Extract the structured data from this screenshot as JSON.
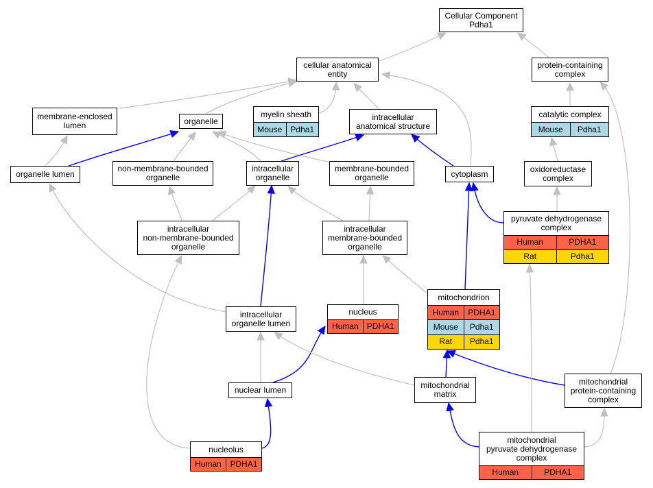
{
  "colors": {
    "human": "#ff6347",
    "mouse": "#add8e6",
    "rat": "#ffd700",
    "edge_default": "#c0c0c0",
    "edge_highlight": "#0000ff"
  },
  "nodes": [
    {
      "id": "cc",
      "label": "Cellular Component\nPdha1",
      "rows": []
    },
    {
      "id": "cae",
      "label": "cellular anatomical\nentity",
      "rows": []
    },
    {
      "id": "pcc",
      "label": "protein-containing\ncomplex",
      "rows": []
    },
    {
      "id": "mel",
      "label": "membrane-enclosed\nlumen",
      "rows": []
    },
    {
      "id": "org",
      "label": "organelle",
      "rows": []
    },
    {
      "id": "mys",
      "label": "myelin sheath",
      "rows": [
        {
          "species": "Mouse",
          "gene": "Pdha1",
          "color": "mouse"
        }
      ]
    },
    {
      "id": "ias",
      "label": "intracellular\nanatomical structure",
      "rows": []
    },
    {
      "id": "cat",
      "label": "catalytic complex",
      "rows": [
        {
          "species": "Mouse",
          "gene": "Pdha1",
          "color": "mouse"
        }
      ]
    },
    {
      "id": "orl",
      "label": "organelle lumen",
      "rows": []
    },
    {
      "id": "nmbo",
      "label": "non-membrane-bounded\norganelle",
      "rows": []
    },
    {
      "id": "io",
      "label": "intracellular\norganelle",
      "rows": []
    },
    {
      "id": "mbo",
      "label": "membrane-bounded\norganelle",
      "rows": []
    },
    {
      "id": "cyt",
      "label": "cytoplasm",
      "rows": []
    },
    {
      "id": "oxr",
      "label": "oxidoreductase\ncomplex",
      "rows": []
    },
    {
      "id": "inmbo",
      "label": "intracellular\nnon-membrane-bounded\norganelle",
      "rows": []
    },
    {
      "id": "imbo",
      "label": "intracellular\nmembrane-bounded\norganelle",
      "rows": []
    },
    {
      "id": "pdh",
      "label": "pyruvate dehydrogenase\ncomplex",
      "rows": [
        {
          "species": "Human",
          "gene": "PDHA1",
          "color": "human"
        },
        {
          "species": "Rat",
          "gene": "Pdha1",
          "color": "rat"
        }
      ]
    },
    {
      "id": "mit",
      "label": "mitochondrion",
      "rows": [
        {
          "species": "Human",
          "gene": "PDHA1",
          "color": "human"
        },
        {
          "species": "Mouse",
          "gene": "Pdha1",
          "color": "mouse"
        },
        {
          "species": "Rat",
          "gene": "Pdha1",
          "color": "rat"
        }
      ]
    },
    {
      "id": "nuc",
      "label": "nucleus",
      "rows": [
        {
          "species": "Human",
          "gene": "PDHA1",
          "color": "human"
        }
      ]
    },
    {
      "id": "iol",
      "label": "intracellular\norganelle lumen",
      "rows": []
    },
    {
      "id": "nul",
      "label": "nuclear lumen",
      "rows": []
    },
    {
      "id": "mma",
      "label": "mitochondrial\nmatrix",
      "rows": []
    },
    {
      "id": "mpcc",
      "label": "mitochondrial\nprotein-containing\ncomplex",
      "rows": []
    },
    {
      "id": "nol",
      "label": "nucleolus",
      "rows": [
        {
          "species": "Human",
          "gene": "PDHA1",
          "color": "human"
        }
      ]
    },
    {
      "id": "mpdh",
      "label": "mitochondrial\npyruvate dehydrogenase\ncomplex",
      "rows": [
        {
          "species": "Human",
          "gene": "PDHA1",
          "color": "human"
        }
      ]
    }
  ]
}
